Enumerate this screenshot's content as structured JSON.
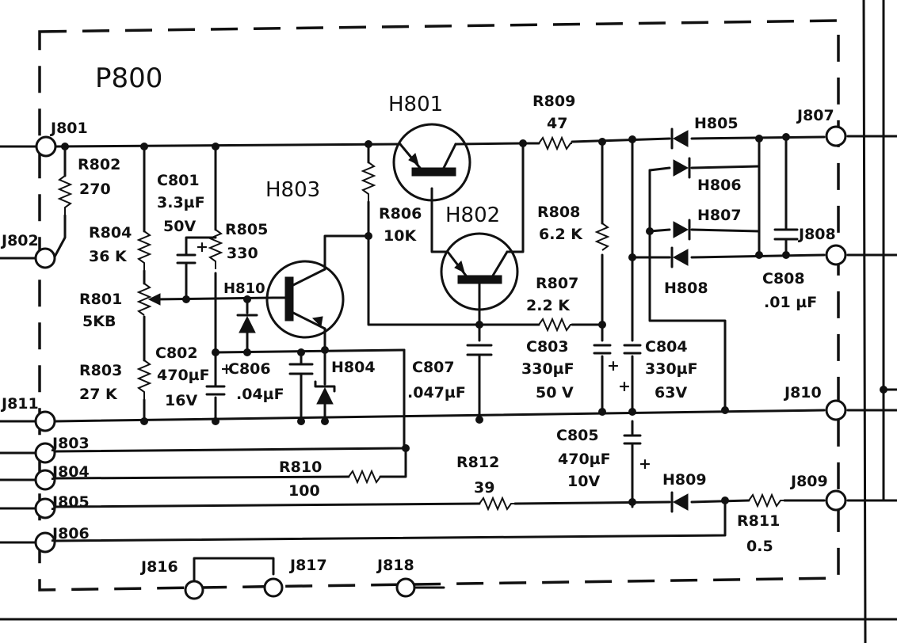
{
  "board": {
    "name": "P800"
  },
  "transistors": {
    "h801": "H801",
    "h802": "H802",
    "h803": "H803"
  },
  "diodes": {
    "h804": "H804",
    "h805": "H805",
    "h806": "H806",
    "h807": "H807",
    "h808": "H808",
    "h809": "H809",
    "h810": "H810"
  },
  "resistors": {
    "r801": {
      "ref": "R801",
      "value": "5KB"
    },
    "r802": {
      "ref": "R802",
      "value": "270"
    },
    "r803": {
      "ref": "R803",
      "value": "27 K"
    },
    "r804": {
      "ref": "R804",
      "value": "36 K"
    },
    "r805": {
      "ref": "R805",
      "value": "330"
    },
    "r806": {
      "ref": "R806",
      "value": "10K"
    },
    "r807": {
      "ref": "R807",
      "value": "2.2 K"
    },
    "r808": {
      "ref": "R808",
      "value": "6.2 K"
    },
    "r809": {
      "ref": "R809",
      "value": "47"
    },
    "r810": {
      "ref": "R810",
      "value": "100"
    },
    "r811": {
      "ref": "R811",
      "value": "0.5"
    },
    "r812": {
      "ref": "R812",
      "value": "39"
    }
  },
  "capacitors": {
    "c801": {
      "ref": "C801",
      "value": "3.3µF",
      "voltage": "50V"
    },
    "c802": {
      "ref": "C802",
      "value": "470µF",
      "voltage": "16V"
    },
    "c803": {
      "ref": "C803",
      "value": "330µF",
      "voltage": "50 V"
    },
    "c804": {
      "ref": "C804",
      "value": "330µF",
      "voltage": "63V"
    },
    "c805": {
      "ref": "C805",
      "value": "470µF",
      "voltage": "10V"
    },
    "c806": {
      "ref": "C806",
      "value": ".04µF"
    },
    "c807": {
      "ref": "C807",
      "value": ".047µF"
    },
    "c808": {
      "ref": "C808",
      "value": ".01 µF"
    }
  },
  "connectors": {
    "j801": "J801",
    "j802": "J802",
    "j803": "J803",
    "j804": "J804",
    "j805": "J805",
    "j806": "J806",
    "j807": "J807",
    "j808": "J808",
    "j809": "J809",
    "j810": "J810",
    "j811": "J811",
    "j816": "J816",
    "j817": "J817",
    "j818": "J818"
  },
  "polarity": {
    "plus": "+"
  }
}
